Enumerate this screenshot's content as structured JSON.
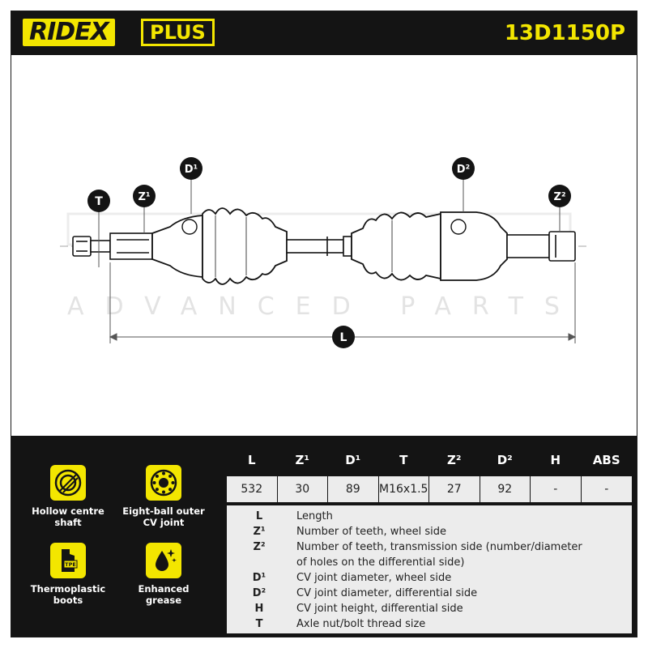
{
  "header": {
    "brand": "RIDEX",
    "brand_suffix": "PLUS",
    "part_number": "13D1150P"
  },
  "drawing": {
    "watermark_line": "ADVANCED PARTS",
    "markers": {
      "t": "T",
      "z1": "Z¹",
      "d1": "D¹",
      "d2": "D²",
      "z2": "Z²",
      "l": "L"
    }
  },
  "features": [
    {
      "label_line1": "Hollow centre",
      "label_line2": "shaft",
      "icon": "hollow-shaft-icon"
    },
    {
      "label_line1": "Eight-ball outer",
      "label_line2": "CV joint",
      "icon": "eight-ball-joint-icon"
    },
    {
      "label_line1": "Thermoplastic",
      "label_line2": "boots",
      "icon": "tpe-boot-icon",
      "icon_text": "TPE"
    },
    {
      "label_line1": "Enhanced",
      "label_line2": "grease",
      "icon": "grease-drop-icon"
    }
  ],
  "spec_table": {
    "headers": [
      "L",
      "Z¹",
      "D¹",
      "T",
      "Z²",
      "D²",
      "H",
      "ABS"
    ],
    "values": [
      "532",
      "30",
      "89",
      "M16x1.5",
      "27",
      "92",
      "-",
      "-"
    ]
  },
  "legend": [
    {
      "key": "L",
      "text": "Length"
    },
    {
      "key": "Z¹",
      "text": "Number of teeth, wheel side"
    },
    {
      "key": "Z²",
      "text": "Number of teeth, transmission side (number/diameter"
    },
    {
      "key": "",
      "text": "of holes on the differential side)"
    },
    {
      "key": "D¹",
      "text": "CV joint diameter, wheel side"
    },
    {
      "key": "D²",
      "text": "CV joint diameter, differential side"
    },
    {
      "key": "H",
      "text": "CV joint height, differential side"
    },
    {
      "key": "T",
      "text": "Axle nut/bolt thread size"
    }
  ],
  "colors": {
    "accent": "#f3e600",
    "dark": "#141414",
    "panel_light": "#ececec"
  }
}
